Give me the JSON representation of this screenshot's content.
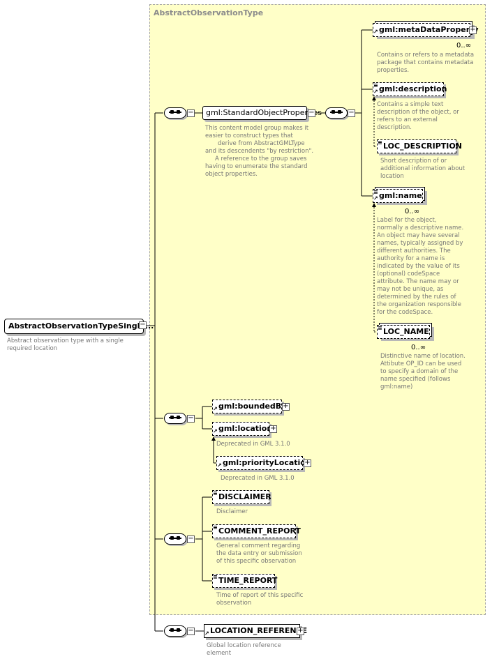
{
  "type_box": {
    "title": "AbstractObservationType"
  },
  "root": {
    "label": "AbstractObservationTypeSingle...",
    "doc": "Abstract observation type with a single required location"
  },
  "standard_props": {
    "label": "gml:StandardObjectProperties",
    "doc": [
      "This content model group makes it",
      "easier to construct types that",
      "derive from AbstractGMLType",
      "and its descendents \"by restriction\".",
      "A reference to the group saves",
      "having to enumerate the standard",
      "object properties."
    ]
  },
  "metadata": {
    "label": "gml:metaDataProperty",
    "card": "0..∞",
    "doc": [
      "Contains or refers to a metadata",
      "package that contains metadata",
      "properties."
    ]
  },
  "description": {
    "label": "gml:description",
    "doc": [
      "Contains a simple text",
      "description of the object, or",
      "refers to an external",
      "description."
    ]
  },
  "loc_description": {
    "label": "LOC_DESCRIPTION",
    "doc": [
      "Short description of or",
      "additional information about",
      "location"
    ]
  },
  "name": {
    "label": "gml:name",
    "card": "0..∞",
    "doc": [
      "Label for the object,",
      "normally a descriptive name.",
      "An object may have several",
      "names, typically assigned by",
      "different authorities.  The",
      "authority for a name is",
      "indicated by the value of its",
      "(optional) codeSpace",
      "attribute.  The name may or",
      "may not be unique, as",
      "determined by the rules of",
      "the organization responsible",
      "for the codeSpace."
    ]
  },
  "loc_name": {
    "label": "LOC_NAME",
    "card": "0..∞",
    "doc": [
      "Distinctive name of location.",
      "Attibute OP_ID can be used",
      "to specify a domain of the",
      "name specified (follows",
      "gml:name)"
    ]
  },
  "bounded_by": {
    "label": "gml:boundedBy"
  },
  "location": {
    "label": "gml:location",
    "doc": "Deprecated in GML 3.1.0"
  },
  "priority_location": {
    "label": "gml:priorityLocation",
    "doc": "Deprecated in GML 3.1.0"
  },
  "disclaimer": {
    "label": "DISCLAIMER",
    "doc": "Disclaimer"
  },
  "comment_report": {
    "label": "COMMENT_REPORT",
    "doc": [
      "General comment regarding",
      "the data entry or submission",
      "of this specific observation"
    ]
  },
  "time_report": {
    "label": "TIME_REPORT",
    "doc": [
      "Time of report of this specific",
      "observation"
    ]
  },
  "location_reference": {
    "label": "LOCATION_REFERENCE",
    "doc": [
      "Global location reference",
      "element"
    ]
  },
  "icons": {
    "collapse": "minus-box",
    "expand": "plus-box",
    "sequence": "sequence-compositor",
    "reference": "reference-arrow",
    "text_content": "text-lines"
  }
}
